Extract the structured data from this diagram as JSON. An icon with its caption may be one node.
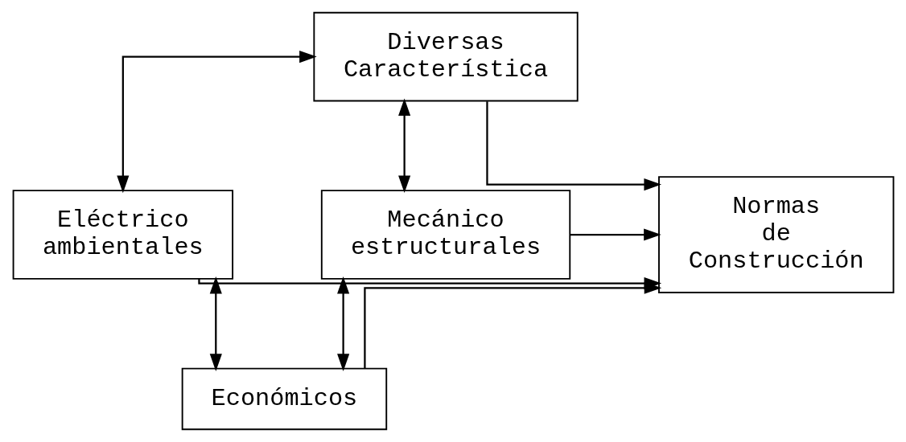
{
  "diagram": {
    "nodes": [
      {
        "text": [
          "Diversas Característica"
        ]
      },
      {
        "text": [
          "Eléctrico ambientales"
        ]
      },
      {
        "text": [
          "Normas de Construcción"
        ]
      },
      {
        "text": [
          "Mecánico estructurales"
        ]
      },
      {
        "text": [
          "Económicos"
        ]
      }
    ],
    "edges": [
      {
        "from": 0,
        "to": 1,
        "arrow": "both"
      },
      {
        "from": 0,
        "to": 3,
        "arrow": "both"
      },
      {
        "from": 0,
        "to": 2,
        "arrow": "to"
      },
      {
        "from": 1,
        "to": 2,
        "arrow": "to"
      },
      {
        "from": 3,
        "to": 2,
        "arrow": "to"
      },
      {
        "from": 4,
        "to": 2,
        "arrow": "to"
      },
      {
        "from": 1,
        "to": 4,
        "arrow": "both"
      },
      {
        "from": 3,
        "to": 4,
        "arrow": "both"
      }
    ]
  }
}
